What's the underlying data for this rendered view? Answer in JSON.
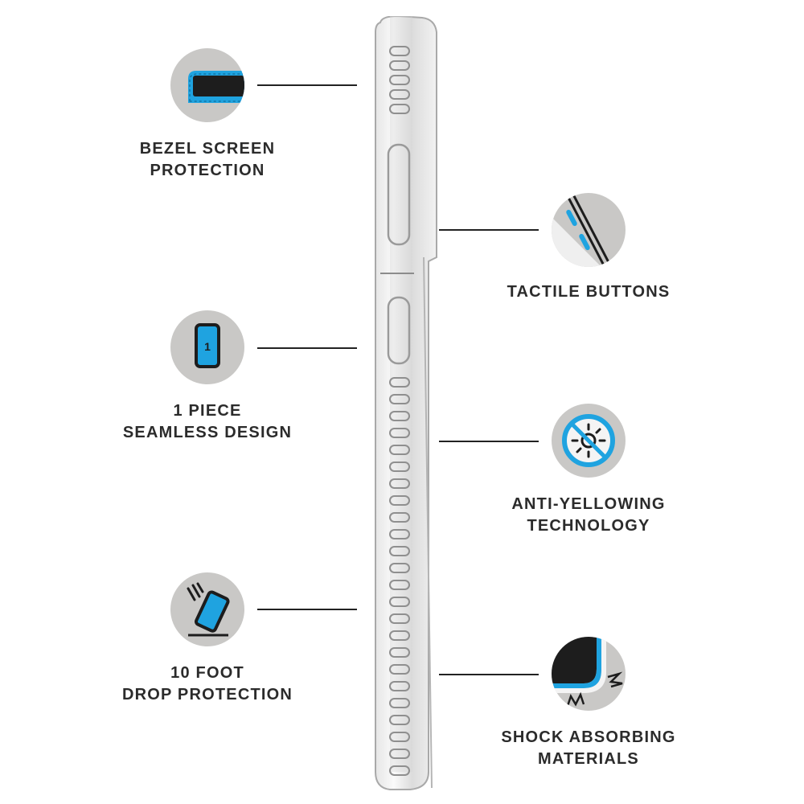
{
  "features_left": [
    {
      "id": "bezel",
      "icon": "bezel-screen-protection-icon",
      "lines": [
        "BEZEL SCREEN",
        "PROTECTION"
      ]
    },
    {
      "id": "one-piece",
      "icon": "one-piece-phone-icon",
      "badge": "1",
      "lines": [
        "1 PIECE",
        "SEAMLESS DESIGN"
      ]
    },
    {
      "id": "drop",
      "icon": "drop-phone-icon",
      "lines": [
        "10 FOOT",
        "DROP PROTECTION"
      ]
    }
  ],
  "features_right": [
    {
      "id": "tactile",
      "icon": "tactile-buttons-icon",
      "lines": [
        "TACTILE BUTTONS"
      ]
    },
    {
      "id": "yellowing",
      "icon": "no-sun-icon",
      "lines": [
        "ANTI-YELLOWING",
        "TECHNOLOGY"
      ]
    },
    {
      "id": "shock",
      "icon": "shock-absorb-icon",
      "lines": [
        "SHOCK ABSORBING",
        "MATERIALS"
      ]
    }
  ],
  "colors": {
    "accent_blue": "#1fa3e0",
    "circle_gray": "#c9c8c6",
    "text": "#2b2b2b"
  }
}
